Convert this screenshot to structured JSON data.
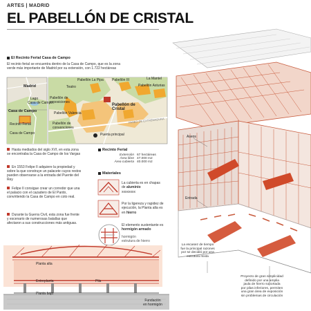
{
  "header": {
    "kicker": "ARTES | MADRID",
    "title": "EL PABELLÓN DE CRISTAL"
  },
  "recinto": {
    "heading": "El Recinto Ferial Casa de Campo",
    "text_lines": [
      "El recinto ferial se encuentra dentro de la Casa de Campo, que es la zona",
      "verde más importante de Madrid por su extensión, con 1.722 hectáreas"
    ]
  },
  "map_small": {
    "labels": [
      "Madrid",
      "Lago",
      "Casa de Campo",
      "Casa de Campo",
      "Recinto Ferial",
      "Casa de Campo"
    ]
  },
  "map_large": {
    "labels": [
      "Pabellón La Pipa",
      "Teatro",
      "Pabellón III",
      "La Mantel",
      "Pabellón Asturias",
      "Pabellón de exposiciones",
      "Pabellón Valencia",
      "Pabellón de convenciones",
      "Pabellón de Cristal",
      "Puerta principal",
      "PASEO DE EXTREMADURA"
    ]
  },
  "history": [
    "Hasta mediados del siglo XVI, en esta zona se encontraba la Casa de Campo de los Vargas",
    "En 1553 Felipe II adquiere la propiedad y sobre la que construye un palacete cuyos restos pueden observarse a la entrada del Puente del Rey",
    "Felipe II consigue crear un corredor que una el palacio con el cazadero de El Pardo, convirtiendo la Casa de Campo en coto real.",
    "Durante la Guerra Civil, esta zona fue frente y escenario de numerosas batallas que afectaron a sus construcciones más antiguas."
  ],
  "stats": {
    "heading": "Recinto Ferial",
    "rows": [
      {
        "label": "Extensión",
        "value": "67 hectáreas"
      },
      {
        "label": "Área libre",
        "value": "47.000 m2"
      },
      {
        "label": "Área cubierta",
        "value": "40.000 m2"
      }
    ]
  },
  "materials": {
    "heading": "Materiales",
    "items": [
      {
        "pre": "La cubierta es en chapas de",
        "bold": "aluminio",
        "post": "xxxxxxxx"
      },
      {
        "pre": "Por la ligereza y rapidez de ejecución, la Planta alta es en",
        "bold": "hierro",
        "post": ""
      },
      {
        "pre": "El elemento sustentante es",
        "bold": "hormigón armado",
        "post": ""
      }
    ],
    "footnote_lines": [
      "hormigón",
      "estrutura de hierro"
    ]
  },
  "section": {
    "labels": {
      "top": "Planta alta",
      "mid": "Entreplanta",
      "bottom": "Planta baja",
      "pillar": "Pila"
    },
    "foundation_lines": [
      "Fundación",
      "en hormigón"
    ]
  },
  "notes": {
    "note1": [
      "La escasez de tiempo",
      "fue la principal razones",
      "por se decidió por una",
      "estrutura mixta"
    ],
    "note2": [
      "Proyecto de gran simplicidad",
      "definido por una amplia",
      "jaula de hierro soportada",
      "por pilas inferiores, permiten",
      "una gran área de exposición",
      "sin problemas de circulación"
    ]
  },
  "building": {
    "labels": {
      "aseos": "Aseos",
      "entrada": "Entrada"
    }
  },
  "colors": {
    "accent": "#c0392b",
    "map_green": "#c9dba5",
    "map_orange": "#f0a830",
    "steel": "#c85a3c"
  }
}
